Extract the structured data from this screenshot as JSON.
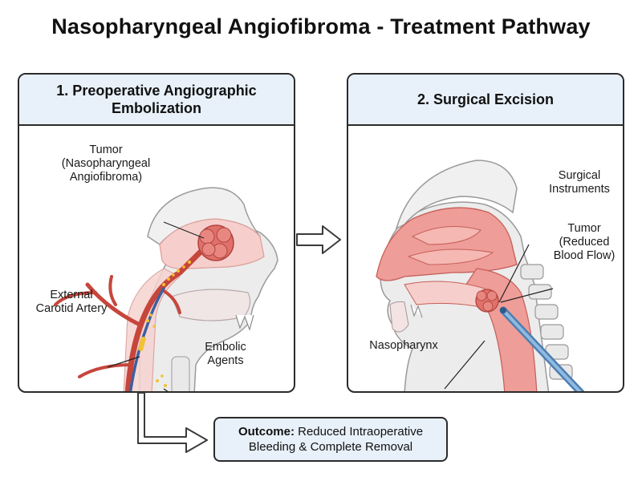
{
  "title": "Nasopharyngeal Angiofibroma - Treatment Pathway",
  "panel1": {
    "heading": "1. Preoperative Angiographic Embolization",
    "labels": {
      "tumor_line1": "Tumor",
      "tumor_line2": "(Nasopharyngeal",
      "tumor_line3": "Angiofibroma)",
      "artery_line1": "External",
      "artery_line2": "Carotid Artery",
      "agents_line1": "Embolic",
      "agents_line2": "Agents"
    }
  },
  "panel2": {
    "heading": "2. Surgical Excision",
    "labels": {
      "instruments_line1": "Surgical",
      "instruments_line2": "Instruments",
      "tumor_line1": "Tumor",
      "tumor_line2": "(Reduced",
      "tumor_line3": "Blood Flow)",
      "nasopharynx": "Nasopharynx"
    }
  },
  "outcome": {
    "bold": "Outcome:",
    "text1": " Reduced Intraoperative",
    "text2": "Bleeding & Complete Removal"
  },
  "colors": {
    "header_bg": "#e8f0f9",
    "tissue": "#f3c4c0",
    "tissue_dark": "#e28a86",
    "artery": "#c6463c",
    "tumor": "#e0716a",
    "catheter": "#3f5f9e",
    "instrument": "#6a9fd0"
  }
}
